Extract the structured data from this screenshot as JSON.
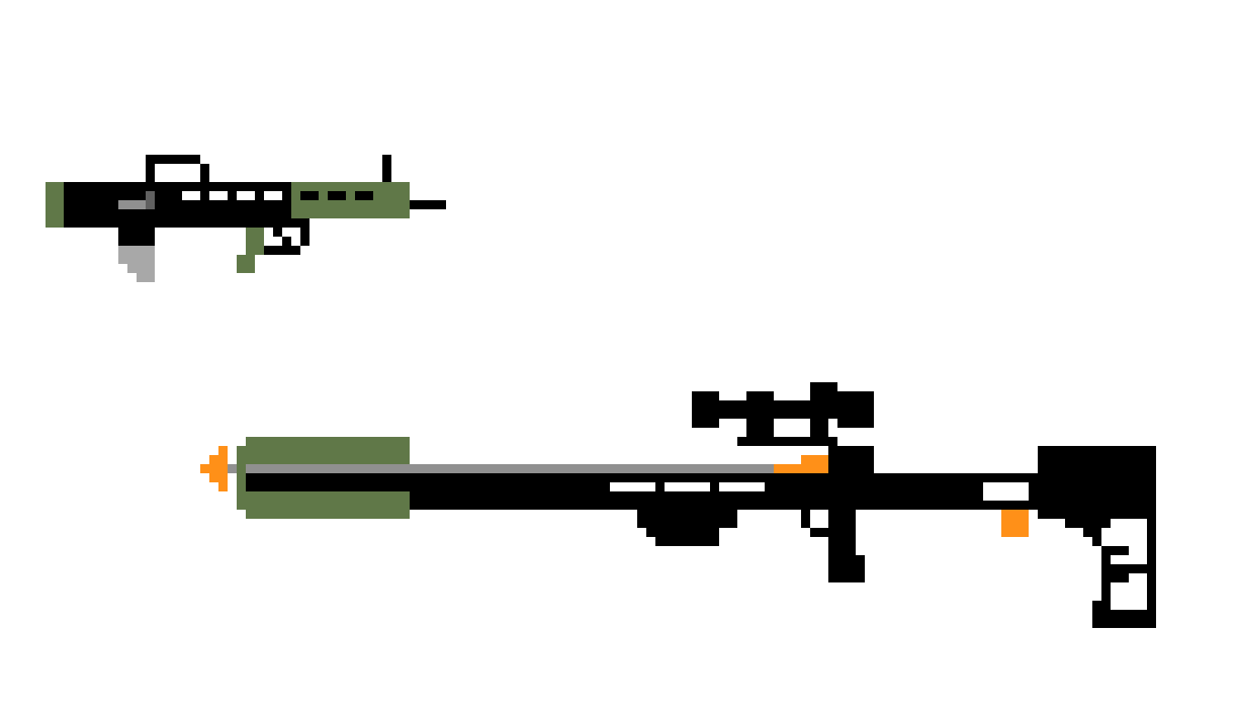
{
  "scene": {
    "background": "#ffffff",
    "sprites": [
      {
        "name": "assault-rifle-sprite",
        "kind": "pixel-art weapon"
      },
      {
        "name": "sniper-rifle-sprite",
        "kind": "pixel-art weapon"
      }
    ]
  },
  "palette": {
    "black": "#000000",
    "olive": "#607848",
    "gray": "#909090",
    "light_gray": "#a8a8a8",
    "dark_gray": "#606060",
    "orange": "#ff9018",
    "white": "#ffffff"
  }
}
